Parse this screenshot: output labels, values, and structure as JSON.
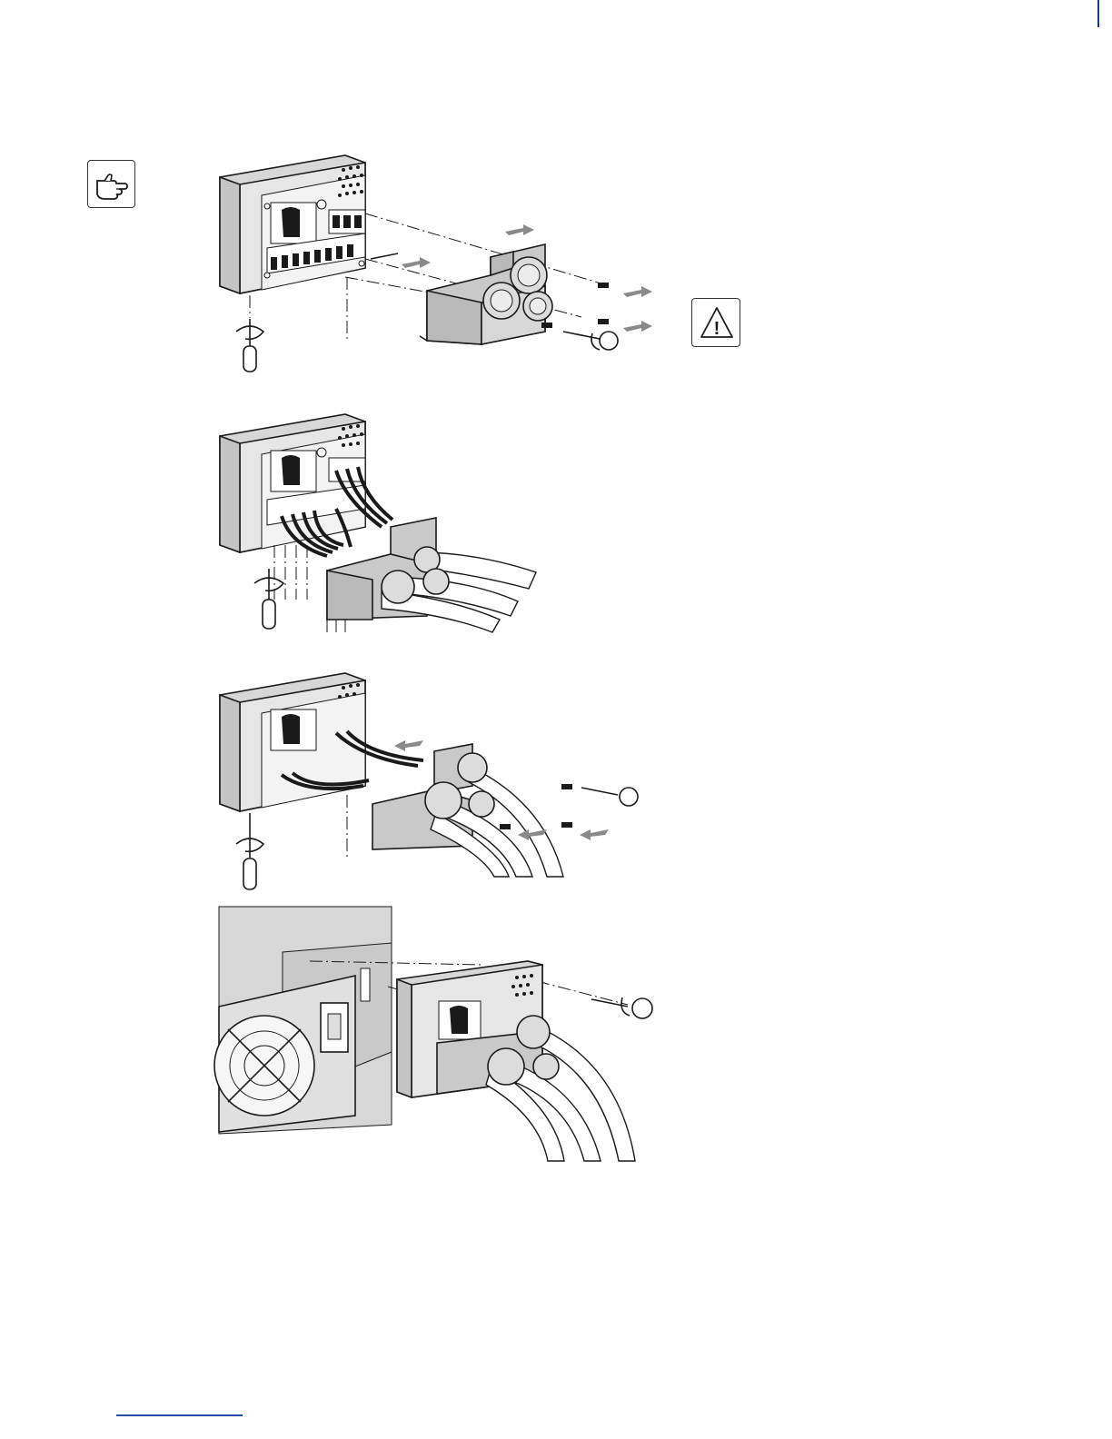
{
  "page": {
    "icons": {
      "note": "pointing-hand-icon",
      "warning": "warning-triangle-icon",
      "warning_glyph": "!"
    },
    "steps": [
      {
        "name": "remove-cover-step",
        "description_visible": false
      },
      {
        "name": "connect-cables-step",
        "description_visible": false
      },
      {
        "name": "refit-cover-step",
        "description_visible": false
      },
      {
        "name": "mount-module-step",
        "description_visible": false
      }
    ],
    "colors": {
      "line": "#1a1a1a",
      "panel": "#d7d7d7",
      "panel_dark": "#b9b9b9",
      "arrow": "#8a8a8a",
      "rule": "#2a4aa8"
    }
  }
}
